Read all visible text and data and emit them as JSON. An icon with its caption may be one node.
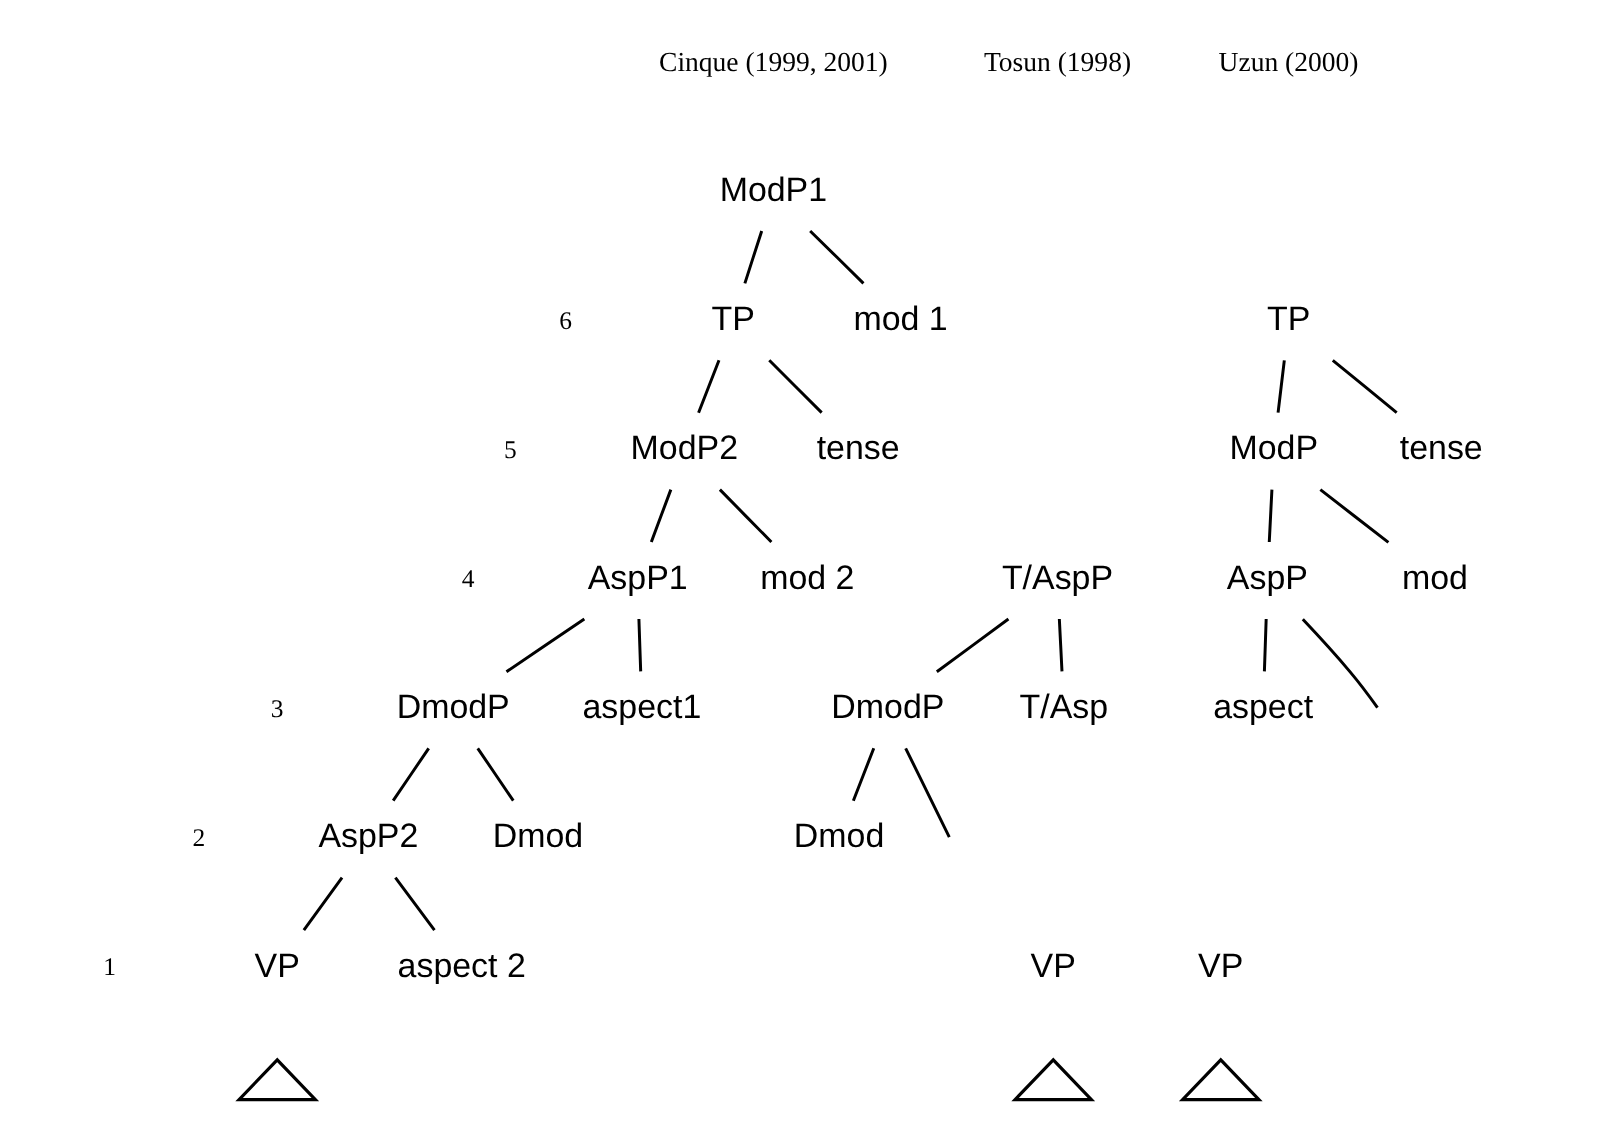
{
  "diagram": {
    "nodes": [
      {
        "text": [
          "ModP1"
        ]
      },
      {
        "text": [
          "TP"
        ]
      },
      {
        "text": [
          "mod 1"
        ]
      },
      {
        "text": [
          "TP"
        ]
      },
      {
        "text": [
          "ModP2"
        ]
      },
      {
        "text": [
          "tense"
        ]
      },
      {
        "text": [
          "ModP"
        ]
      },
      {
        "text": [
          "tense"
        ]
      },
      {
        "text": [
          "AspP1"
        ]
      },
      {
        "text": [
          "mod 2"
        ]
      },
      {
        "text": [
          "T/AspP"
        ]
      },
      {
        "text": [
          "AspP"
        ]
      },
      {
        "text": [
          "mod"
        ]
      },
      {
        "text": [
          "DmodP"
        ]
      },
      {
        "text": [
          "aspect1"
        ]
      },
      {
        "text": [
          "DmodP"
        ]
      },
      {
        "text": [
          "T/Asp"
        ]
      },
      {
        "text": [
          "aspect"
        ]
      },
      {
        "text": [
          "AspP2"
        ]
      },
      {
        "text": [
          "Dmod"
        ]
      },
      {
        "text": [
          "Dmod"
        ]
      },
      {
        "text": [
          "VP"
        ]
      },
      {
        "text": [
          "aspect 2"
        ]
      },
      {
        "text": [
          "VP"
        ]
      },
      {
        "text": [
          "VP"
        ]
      },
      {
        "text": [],
        "shape": "triangle"
      },
      {
        "text": [],
        "shape": "triangle"
      },
      {
        "text": [],
        "shape": "triangle"
      }
    ],
    "edges": [
      {
        "from": 0,
        "to": 1,
        "arrow": "none"
      },
      {
        "from": 0,
        "to": 2,
        "arrow": "none"
      },
      {
        "from": 1,
        "to": 4,
        "arrow": "none"
      },
      {
        "from": 1,
        "to": 5,
        "arrow": "none"
      },
      {
        "from": 3,
        "to": 6,
        "arrow": "none"
      },
      {
        "from": 3,
        "to": 7,
        "arrow": "none"
      },
      {
        "from": 4,
        "to": 8,
        "arrow": "none"
      },
      {
        "from": 4,
        "to": 9,
        "arrow": "none"
      },
      {
        "from": 6,
        "to": 11,
        "arrow": "none"
      },
      {
        "from": 6,
        "to": 12,
        "arrow": "none"
      },
      {
        "from": 8,
        "to": 13,
        "arrow": "none"
      },
      {
        "from": 8,
        "to": 14,
        "arrow": "none"
      },
      {
        "from": 10,
        "to": 15,
        "arrow": "none"
      },
      {
        "from": 10,
        "to": 16,
        "arrow": "none"
      },
      {
        "from": 11,
        "to": null,
        "arrow": "none"
      },
      {
        "from": 11,
        "to": 17,
        "arrow": "none"
      },
      {
        "from": 13,
        "to": 18,
        "arrow": "none"
      },
      {
        "from": 13,
        "to": 19,
        "arrow": "none"
      },
      {
        "from": 15,
        "to": null,
        "arrow": "none"
      },
      {
        "from": 15,
        "to": 20,
        "arrow": "none"
      },
      {
        "from": 18,
        "to": 21,
        "arrow": "none"
      },
      {
        "from": 18,
        "to": 22,
        "arrow": "none"
      }
    ],
    "labels": [
      "Cinque (1999, 2001)",
      "Tosun (1998)",
      "Uzun (2000)",
      "6",
      "5",
      "4",
      "3",
      "2",
      "1"
    ]
  }
}
